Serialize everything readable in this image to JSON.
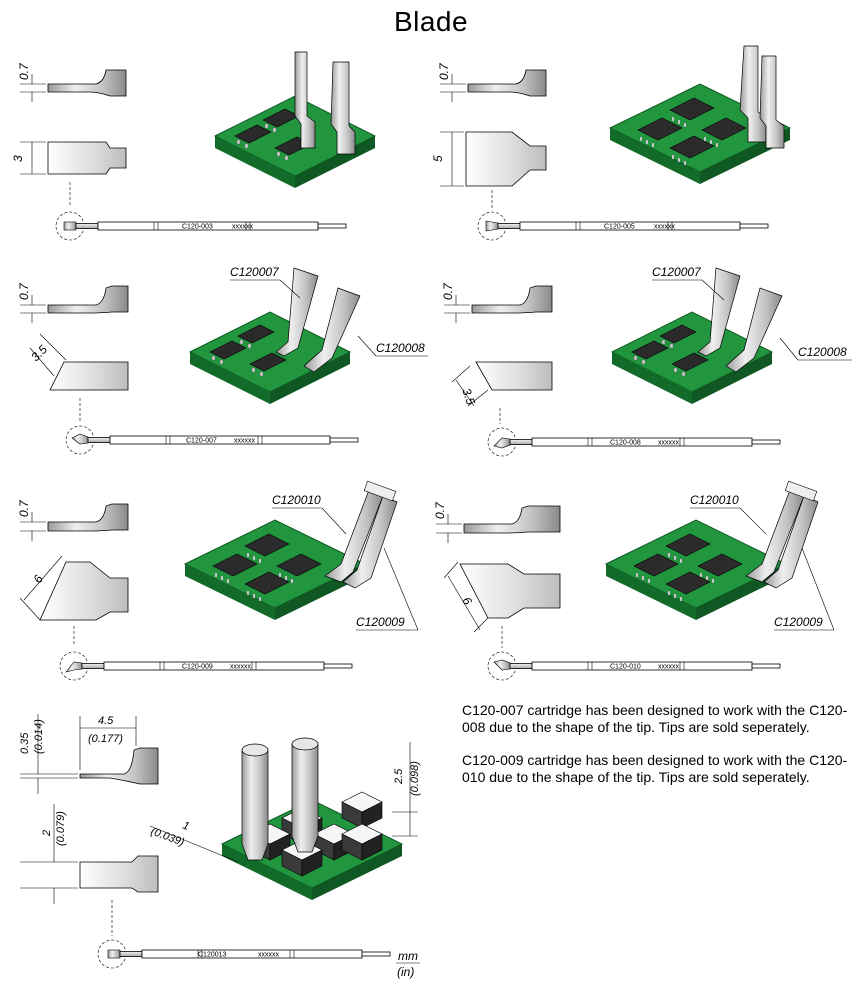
{
  "title": "Blade",
  "units": {
    "primary": "mm",
    "secondary": "(in)"
  },
  "cartridges": [
    {
      "code": "C120-003",
      "serial": "xxxxxx",
      "dims": {
        "thickness": "0.7",
        "width": "3"
      }
    },
    {
      "code": "C120-005",
      "serial": "xxxxxx",
      "dims": {
        "thickness": "0.7",
        "width": "5"
      }
    },
    {
      "code": "C120-007",
      "serial": "xxxxxx",
      "dims": {
        "thickness": "0.7",
        "width": "3.5"
      },
      "callouts": [
        "C120007",
        "C120008"
      ]
    },
    {
      "code": "C120-008",
      "serial": "xxxxxx",
      "dims": {
        "thickness": "0.7",
        "width": "3.5"
      },
      "callouts": [
        "C120007",
        "C120008"
      ]
    },
    {
      "code": "C120-009",
      "serial": "xxxxxx",
      "dims": {
        "thickness": "0.7",
        "width": "6"
      },
      "callouts": [
        "C120010",
        "C120009"
      ]
    },
    {
      "code": "C120-010",
      "serial": "xxxxxx",
      "dims": {
        "thickness": "0.7",
        "width": "6"
      },
      "callouts": [
        "C120010",
        "C120009"
      ]
    },
    {
      "code": "C120013",
      "serial": "xxxxxx",
      "dims": {
        "thickness": "0.35",
        "thickness_in": "(0.014)",
        "length": "4.5",
        "length_in": "(0.177)",
        "width": "2",
        "width_in": "(0.079)",
        "height": "2.5",
        "height_in": "(0.098)",
        "gap": "1",
        "gap_in": "(0.039)"
      }
    }
  ],
  "notes": [
    "C120-007 cartridge has been designed to work with the C120-008 due to the shape of the tip. Tips are sold seperately.",
    "C120-009 cartridge has been designed to work with the C120-010 due to the shape of the tip. Tips are sold seperately."
  ],
  "colors": {
    "pcb": "#1f8a3c",
    "pcb_dark": "#146a2b",
    "chip": "#2a2a2a",
    "metal": "#c9c9c9",
    "metal_dark": "#8e8e8e"
  }
}
